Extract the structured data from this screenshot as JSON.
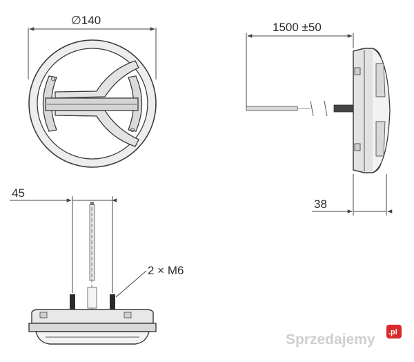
{
  "dimensions": {
    "diameter": "∅140",
    "cable_length": "1500 ±50",
    "depth": "38",
    "bolt_spacing": "45",
    "bolts": "2 × M6"
  },
  "watermark": {
    "text": "Sprzedajemy",
    "badge": ".pl",
    "badge_color": "#d9292b"
  },
  "colors": {
    "line": "#3a3a3a",
    "shading": "#d4d4d4",
    "background": "#ffffff"
  }
}
